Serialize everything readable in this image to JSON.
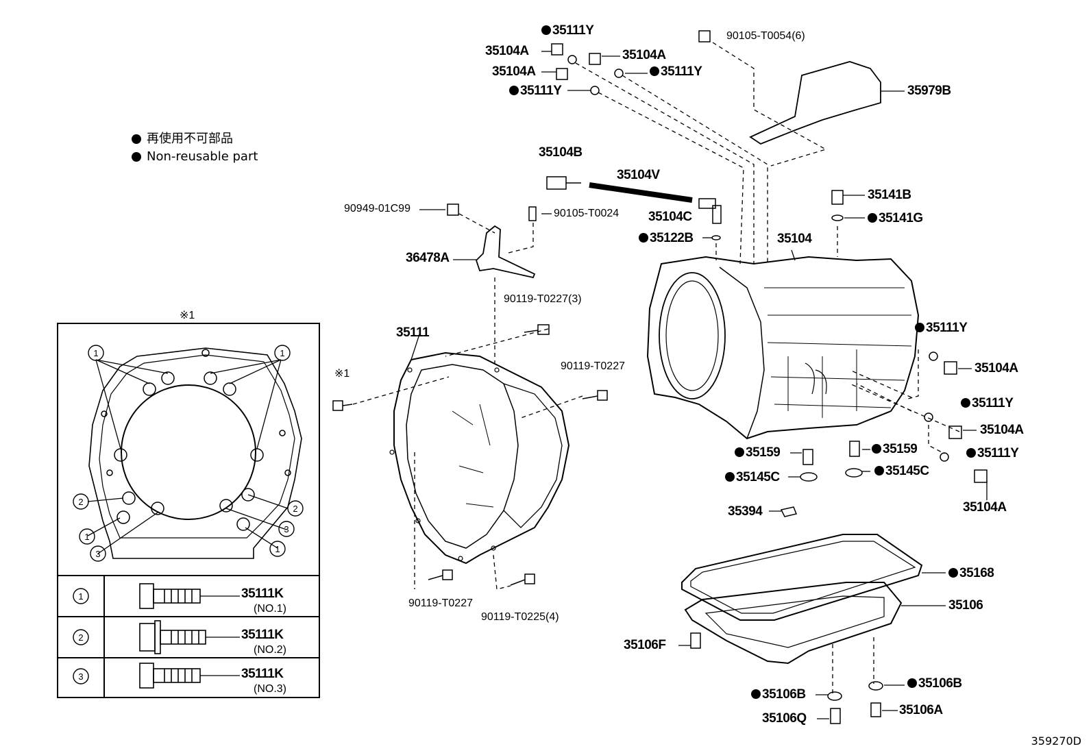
{
  "legend": {
    "jp": "再使用不可部品",
    "en": "Non-reusable part"
  },
  "drawing_code": "359270D",
  "inset": {
    "title": "※1",
    "rows": [
      {
        "num": "①",
        "part": "35111K",
        "sub": "(NO.1)"
      },
      {
        "num": "②",
        "part": "35111K",
        "sub": "(NO.2)"
      },
      {
        "num": "③",
        "part": "35111K",
        "sub": "(NO.3)"
      }
    ],
    "callouts": [
      "①",
      "①",
      "②",
      "②",
      "①",
      "③",
      "③",
      "①"
    ]
  },
  "labels": [
    {
      "id": "l1",
      "text": "35111Y",
      "nr": true
    },
    {
      "id": "l2",
      "text": "35104A",
      "nr": false
    },
    {
      "id": "l3",
      "text": "35104A",
      "nr": false
    },
    {
      "id": "l4",
      "text": "35104A",
      "nr": false
    },
    {
      "id": "l5",
      "text": "35111Y",
      "nr": true
    },
    {
      "id": "l6",
      "text": "35111Y",
      "nr": true
    },
    {
      "id": "l7",
      "text": "90105-T0054(6)",
      "nr": false
    },
    {
      "id": "l8",
      "text": "35979B",
      "nr": false
    },
    {
      "id": "l9",
      "text": "35104B",
      "nr": false
    },
    {
      "id": "l10",
      "text": "35104V",
      "nr": false
    },
    {
      "id": "l11",
      "text": "90949-01C99",
      "nr": false
    },
    {
      "id": "l12",
      "text": "90105-T0024",
      "nr": false
    },
    {
      "id": "l13",
      "text": "35104C",
      "nr": false
    },
    {
      "id": "l14",
      "text": "35141B",
      "nr": false
    },
    {
      "id": "l15",
      "text": "35141G",
      "nr": true
    },
    {
      "id": "l16",
      "text": "35122B",
      "nr": true
    },
    {
      "id": "l17",
      "text": "35104",
      "nr": false
    },
    {
      "id": "l18",
      "text": "36478A",
      "nr": false
    },
    {
      "id": "l19",
      "text": "90119-T0227(3)",
      "nr": false
    },
    {
      "id": "l20",
      "text": "35111",
      "nr": false
    },
    {
      "id": "l21",
      "text": "※1",
      "nr": false
    },
    {
      "id": "l22",
      "text": "90119-T0227",
      "nr": false
    },
    {
      "id": "l23",
      "text": "35111Y",
      "nr": true
    },
    {
      "id": "l24",
      "text": "35104A",
      "nr": false
    },
    {
      "id": "l25",
      "text": "35111Y",
      "nr": true
    },
    {
      "id": "l26",
      "text": "35104A",
      "nr": false
    },
    {
      "id": "l27",
      "text": "35111Y",
      "nr": true
    },
    {
      "id": "l28",
      "text": "35104A",
      "nr": false
    },
    {
      "id": "l29",
      "text": "35159",
      "nr": true
    },
    {
      "id": "l30",
      "text": "35159",
      "nr": true
    },
    {
      "id": "l31",
      "text": "35145C",
      "nr": true
    },
    {
      "id": "l32",
      "text": "35145C",
      "nr": true
    },
    {
      "id": "l33",
      "text": "35394",
      "nr": false
    },
    {
      "id": "l34",
      "text": "35168",
      "nr": true
    },
    {
      "id": "l35",
      "text": "35106",
      "nr": false
    },
    {
      "id": "l36",
      "text": "35106F",
      "nr": false
    },
    {
      "id": "l37",
      "text": "35106B",
      "nr": true
    },
    {
      "id": "l38",
      "text": "35106B",
      "nr": true
    },
    {
      "id": "l39",
      "text": "35106A",
      "nr": false
    },
    {
      "id": "l40",
      "text": "35106Q",
      "nr": false
    },
    {
      "id": "l41",
      "text": "90119-T0227",
      "nr": false
    },
    {
      "id": "l42",
      "text": "90119-T0225(4)",
      "nr": false
    }
  ]
}
